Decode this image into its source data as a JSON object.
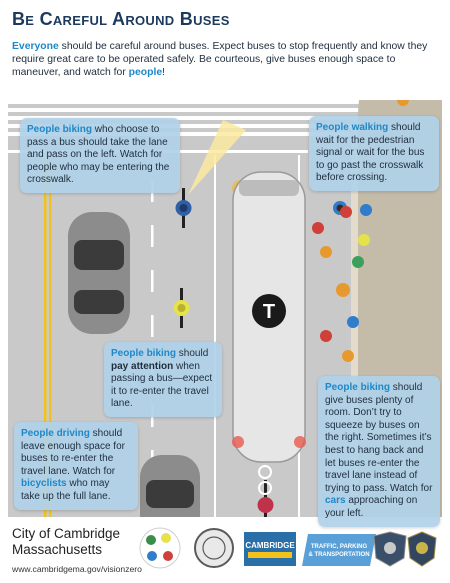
{
  "title": "Be Careful Around Buses",
  "intro": {
    "everyone": "Everyone",
    "text1": " should be careful around buses. Expect buses to stop frequently and know they require great care to be operated safely. Be courteous, give buses enough space to maneuver, and watch for ",
    "people": "people",
    "end": "!"
  },
  "callouts": {
    "biking_pass": {
      "lead": "People biking",
      "text": "  who choose to pass a bus should take the lane and pass on the left. Watch for people who may be entering the crosswalk."
    },
    "walking": {
      "lead": "People walking",
      "text": " should wait for the pedestrian signal or wait for the bus to go past the crosswalk before crossing."
    },
    "biking_attention": {
      "lead": "People biking",
      "text1": " should ",
      "bold": "pay attention",
      "text2": " when passing a bus—expect it to re-enter the travel lane."
    },
    "driving": {
      "lead": "People driving",
      "text1": " should leave enough space for buses to re-enter the travel lane. Watch for ",
      "bicyclists": "bicyclists",
      "text2": " who may take up the full lane."
    },
    "biking_room": {
      "lead": "People biking",
      "text1": " should give buses plenty of room. Don’t try to squeeze by buses on the right. Sometimes it’s best to hang back and let buses re-enter the travel lane instead of trying to pass. Watch for ",
      "cars": "cars",
      "text2": " approaching on your left."
    }
  },
  "footer": {
    "city_line1": "City of Cambridge",
    "city_line2": "Massachusetts",
    "url": "www.cambridgema.gov/visionzero",
    "cambridge_logo_text": "CAMBRIDGE",
    "traffic_logo_line1": "TRAFFIC, PARKING",
    "traffic_logo_line2": "& TRANSPORTATION",
    "bus_logo_letter": "T"
  },
  "colors": {
    "highlight": "#1e88c9",
    "title": "#1c3a5e",
    "callout_bg": "#b0d2e8",
    "road": "#c9c9c9",
    "sidewalk": "#c4bba9",
    "center_line": "#f2c21b"
  }
}
